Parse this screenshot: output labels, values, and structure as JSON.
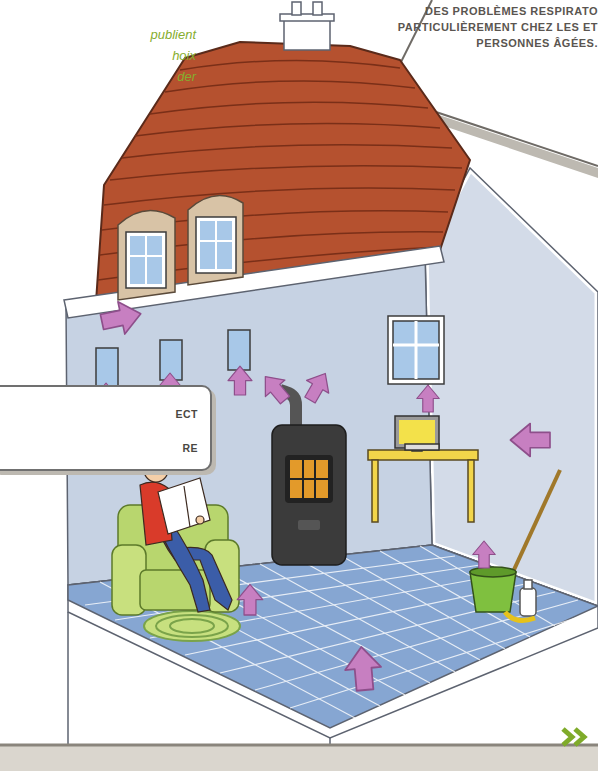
{
  "diagram": {
    "nodes": [
      {
        "text": [
          "ECT RE"
        ]
      }
    ],
    "labels": [
      "DES PROBLÈMES RESPIRATO PARTICULIÈREMENT CHEZ LES ET PERSONNES ÂGÉES.",
      "publient hoix der"
    ]
  }
}
